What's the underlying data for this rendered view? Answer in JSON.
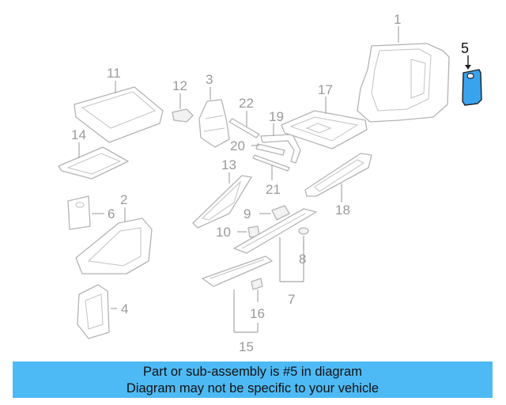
{
  "callouts": {
    "c1": "1",
    "c2": "2",
    "c3": "3",
    "c4": "4",
    "c5": "5",
    "c6": "6",
    "c7": "7",
    "c8": "8",
    "c9": "9",
    "c10": "10",
    "c11": "11",
    "c12": "12",
    "c13": "13",
    "c14": "14",
    "c15": "15",
    "c16": "16",
    "c17": "17",
    "c18": "18",
    "c19": "19",
    "c20": "20",
    "c21": "21",
    "c22": "22"
  },
  "highlighted_part": "5",
  "colors": {
    "highlight": "#3aa3ee",
    "banner": "#4ebaf5",
    "line": "#b4b4b4",
    "label": "#9a9a9a"
  },
  "banner": {
    "line1": "Part or sub-assembly is #5 in diagram",
    "line2": "Diagram may not be specific to your vehicle"
  }
}
